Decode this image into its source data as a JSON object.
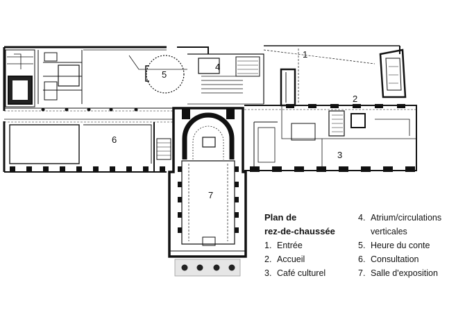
{
  "plan": {
    "room_numbers": [
      "1",
      "2",
      "3",
      "4",
      "5",
      "6",
      "7"
    ]
  },
  "legend": {
    "title_line1": "Plan de",
    "title_line2": "rez-de-chaussée",
    "items_left": [
      {
        "num": "1.",
        "label": "Entrée"
      },
      {
        "num": "2.",
        "label": "Accueil"
      },
      {
        "num": "3.",
        "label": "Café culturel"
      }
    ],
    "items_right": [
      {
        "num": "4.",
        "label": "Atrium/circulations",
        "label2": "verticales"
      },
      {
        "num": "5.",
        "label": "Heure du conte"
      },
      {
        "num": "6.",
        "label": "Consultation"
      },
      {
        "num": "7.",
        "label": "Salle d'exposition"
      }
    ]
  }
}
